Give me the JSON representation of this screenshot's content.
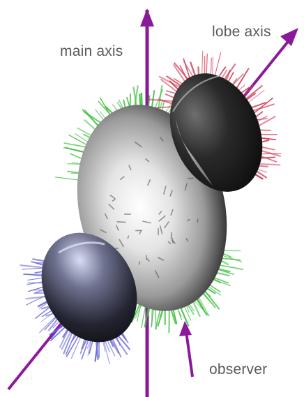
{
  "labels": {
    "main_axis": "main axis",
    "lobe_axis": "lobe axis",
    "observer": "observer"
  },
  "colors": {
    "axis_arrow": "#8b1a9b",
    "main_lobe_normals": "#3fbf3f",
    "upper_lobe_normals": "#d23c58",
    "lower_lobe_normals": "#6a6ad8",
    "surface_marks": "#4a4a4a",
    "main_body_highlight": "#ffffff",
    "main_body_shadow": "#1e1e1e",
    "lobe_body_dark": "#141414",
    "lower_lobe_tint": "#9aa0d8"
  },
  "icons": {
    "main_axis_arrow": "arrow-up-icon",
    "lobe_axis_arrow": "arrow-diagonal-icon",
    "observer_arrow": "arrow-up-icon"
  }
}
